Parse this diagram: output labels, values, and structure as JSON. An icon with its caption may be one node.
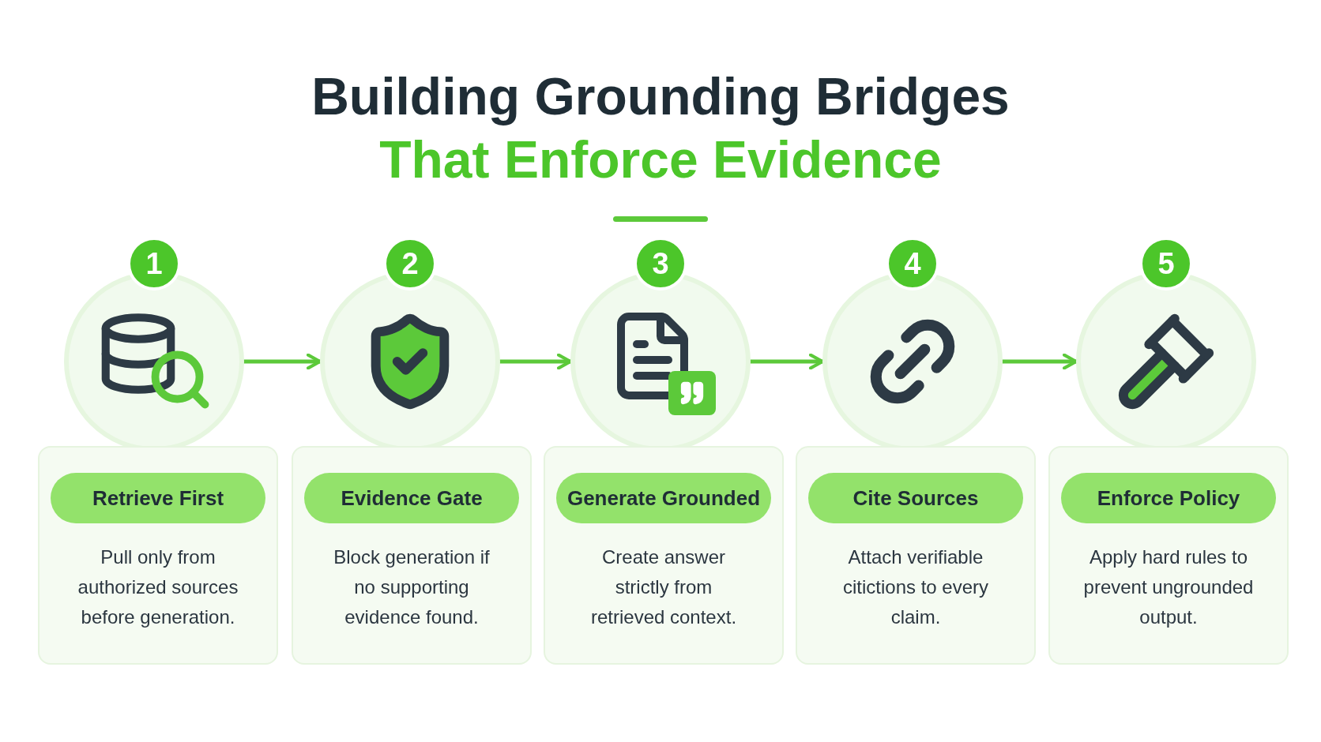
{
  "diagram": {
    "title": "Building Grounding Bridges",
    "nodes": [
      {
        "text": [
          "1"
        ]
      },
      {
        "text": [
          "2"
        ]
      },
      {
        "text": [
          "3"
        ]
      },
      {
        "text": [
          "4"
        ]
      },
      {
        "text": [
          "5"
        ]
      },
      {
        "text": [
          "Retrieve First",
          "Pull only from authorized sources before generation."
        ]
      },
      {
        "text": [
          "Evidence Gate",
          "Block generation if no supporting evidence found."
        ]
      },
      {
        "text": [
          "Generate Grounded",
          "Create answer strictly from retrieved context."
        ]
      },
      {
        "text": [
          "Cite Sources",
          "Attach verifiable citictions to every claim."
        ]
      },
      {
        "text": [
          "Enforce Policy",
          "Apply hard rules to prevent ungrounded output."
        ]
      }
    ],
    "edges": [
      {
        "from": 0,
        "to": 1,
        "arrow": "to"
      },
      {
        "from": 1,
        "to": 2,
        "arrow": "to"
      },
      {
        "from": 2,
        "to": 3,
        "arrow": "to"
      },
      {
        "from": 3,
        "to": 4,
        "arrow": "to"
      }
    ],
    "labels": [
      "That Enforce Evidence"
    ]
  }
}
